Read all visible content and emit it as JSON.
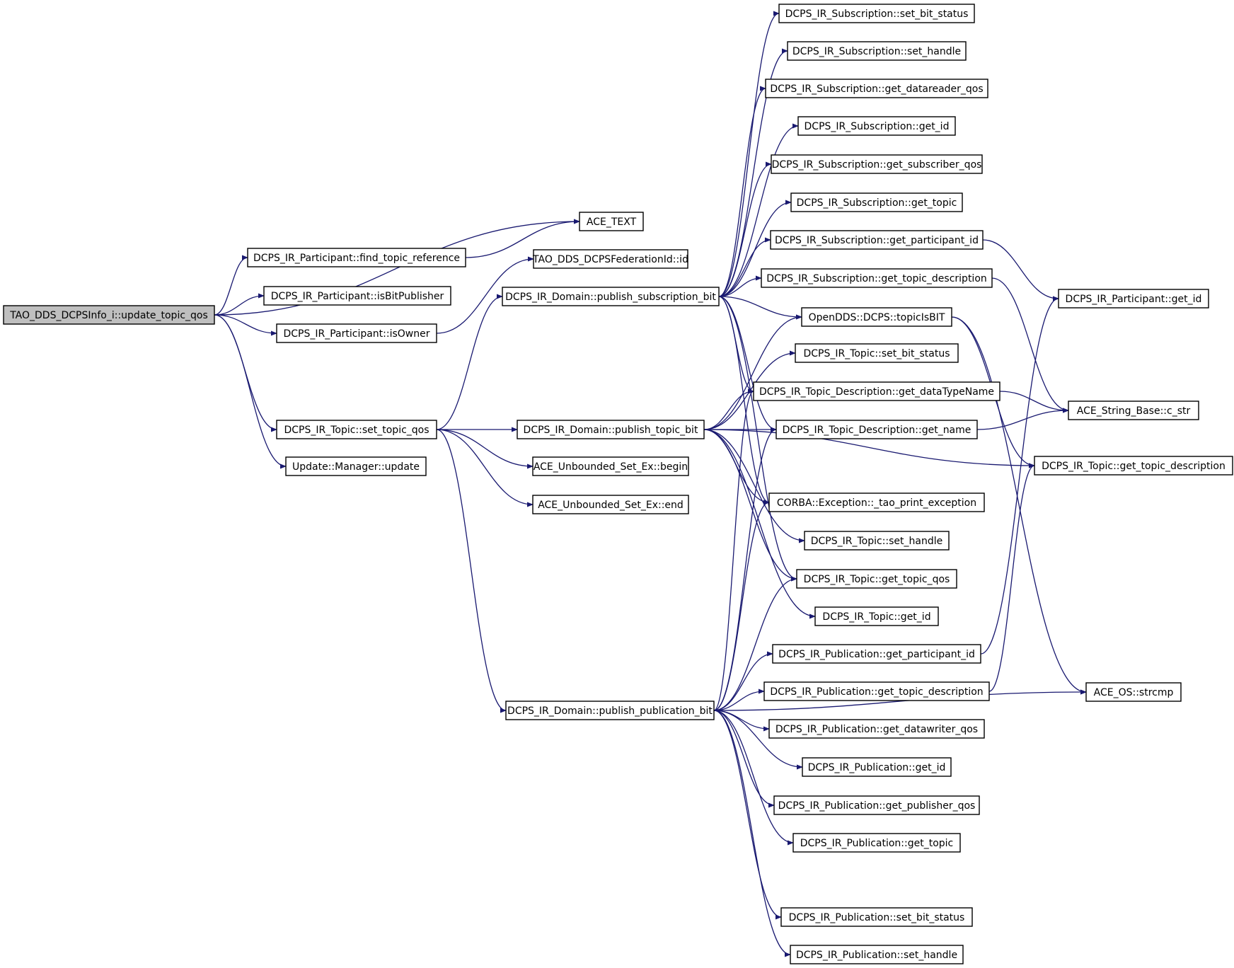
{
  "graph": {
    "colors": {
      "edge": "#191970",
      "node_border": "#000000",
      "root_fill": "#bfbfbf",
      "node_fill": "#ffffff"
    },
    "nodes": [
      {
        "id": "n0",
        "label": "TAO_DDS_DCPSInfo_i::update_topic_qos",
        "root": true
      },
      {
        "id": "n1",
        "label": "ACE_TEXT"
      },
      {
        "id": "n2",
        "label": "DCPS_IR_Participant::find_topic_reference"
      },
      {
        "id": "n3",
        "label": "DCPS_IR_Participant::isBitPublisher"
      },
      {
        "id": "n4",
        "label": "DCPS_IR_Participant::isOwner"
      },
      {
        "id": "n5",
        "label": "DCPS_IR_Topic::set_topic_qos"
      },
      {
        "id": "n6",
        "label": "Update::Manager::update"
      },
      {
        "id": "n7",
        "label": "TAO_DDS_DCPSFederationId::id"
      },
      {
        "id": "n8",
        "label": "DCPS_IR_Domain::publish_subscription_bit"
      },
      {
        "id": "n9",
        "label": "DCPS_IR_Domain::publish_topic_bit"
      },
      {
        "id": "n10",
        "label": "ACE_Unbounded_Set_Ex::begin"
      },
      {
        "id": "n11",
        "label": "ACE_Unbounded_Set_Ex::end"
      },
      {
        "id": "n12",
        "label": "DCPS_IR_Domain::publish_publication_bit"
      },
      {
        "id": "n13",
        "label": "DCPS_IR_Subscription::set_bit_status"
      },
      {
        "id": "n14",
        "label": "DCPS_IR_Subscription::set_handle"
      },
      {
        "id": "n15",
        "label": "DCPS_IR_Subscription::get_datareader_qos"
      },
      {
        "id": "n16",
        "label": "DCPS_IR_Subscription::get_id"
      },
      {
        "id": "n17",
        "label": "DCPS_IR_Subscription::get_subscriber_qos"
      },
      {
        "id": "n18",
        "label": "DCPS_IR_Subscription::get_topic"
      },
      {
        "id": "n19",
        "label": "DCPS_IR_Subscription::get_participant_id"
      },
      {
        "id": "n20",
        "label": "DCPS_IR_Subscription::get_topic_description"
      },
      {
        "id": "n21",
        "label": "OpenDDS::DCPS::topicIsBIT"
      },
      {
        "id": "n22",
        "label": "DCPS_IR_Topic::set_bit_status"
      },
      {
        "id": "n23",
        "label": "DCPS_IR_Topic_Description::get_dataTypeName"
      },
      {
        "id": "n24",
        "label": "DCPS_IR_Topic_Description::get_name"
      },
      {
        "id": "n25",
        "label": "CORBA::Exception::_tao_print_exception"
      },
      {
        "id": "n26",
        "label": "DCPS_IR_Topic::set_handle"
      },
      {
        "id": "n27",
        "label": "DCPS_IR_Topic::get_topic_qos"
      },
      {
        "id": "n28",
        "label": "DCPS_IR_Topic::get_id"
      },
      {
        "id": "n29",
        "label": "DCPS_IR_Publication::get_participant_id"
      },
      {
        "id": "n30",
        "label": "DCPS_IR_Publication::get_topic_description"
      },
      {
        "id": "n31",
        "label": "DCPS_IR_Publication::get_datawriter_qos"
      },
      {
        "id": "n32",
        "label": "DCPS_IR_Publication::get_id"
      },
      {
        "id": "n33",
        "label": "DCPS_IR_Publication::get_publisher_qos"
      },
      {
        "id": "n34",
        "label": "DCPS_IR_Publication::get_topic"
      },
      {
        "id": "n35",
        "label": "DCPS_IR_Publication::set_bit_status"
      },
      {
        "id": "n36",
        "label": "DCPS_IR_Publication::set_handle"
      },
      {
        "id": "n37",
        "label": "DCPS_IR_Participant::get_id"
      },
      {
        "id": "n38",
        "label": "ACE_String_Base::c_str"
      },
      {
        "id": "n39",
        "label": "DCPS_IR_Topic::get_topic_description"
      },
      {
        "id": "n40",
        "label": "ACE_OS::strcmp"
      }
    ],
    "edges": [
      [
        "n0",
        "n1"
      ],
      [
        "n0",
        "n2"
      ],
      [
        "n0",
        "n3"
      ],
      [
        "n0",
        "n4"
      ],
      [
        "n0",
        "n5"
      ],
      [
        "n0",
        "n6"
      ],
      [
        "n2",
        "n1"
      ],
      [
        "n4",
        "n7"
      ],
      [
        "n5",
        "n8"
      ],
      [
        "n5",
        "n9"
      ],
      [
        "n5",
        "n10"
      ],
      [
        "n5",
        "n11"
      ],
      [
        "n5",
        "n12"
      ],
      [
        "n8",
        "n13"
      ],
      [
        "n8",
        "n14"
      ],
      [
        "n8",
        "n15"
      ],
      [
        "n8",
        "n16"
      ],
      [
        "n8",
        "n17"
      ],
      [
        "n8",
        "n18"
      ],
      [
        "n8",
        "n19"
      ],
      [
        "n8",
        "n20"
      ],
      [
        "n8",
        "n21"
      ],
      [
        "n8",
        "n23"
      ],
      [
        "n8",
        "n24"
      ],
      [
        "n8",
        "n25"
      ],
      [
        "n8",
        "n27"
      ],
      [
        "n9",
        "n21"
      ],
      [
        "n9",
        "n22"
      ],
      [
        "n9",
        "n23"
      ],
      [
        "n9",
        "n24"
      ],
      [
        "n9",
        "n39"
      ],
      [
        "n9",
        "n25"
      ],
      [
        "n9",
        "n26"
      ],
      [
        "n9",
        "n27"
      ],
      [
        "n9",
        "n28"
      ],
      [
        "n12",
        "n23"
      ],
      [
        "n12",
        "n24"
      ],
      [
        "n12",
        "n25"
      ],
      [
        "n12",
        "n27"
      ],
      [
        "n12",
        "n29"
      ],
      [
        "n12",
        "n30"
      ],
      [
        "n12",
        "n31"
      ],
      [
        "n12",
        "n32"
      ],
      [
        "n12",
        "n33"
      ],
      [
        "n12",
        "n34"
      ],
      [
        "n12",
        "n40"
      ],
      [
        "n12",
        "n35"
      ],
      [
        "n12",
        "n36"
      ],
      [
        "n19",
        "n37"
      ],
      [
        "n20",
        "n38"
      ],
      [
        "n21",
        "n39"
      ],
      [
        "n21",
        "n40"
      ],
      [
        "n23",
        "n38"
      ],
      [
        "n24",
        "n38"
      ],
      [
        "n29",
        "n37"
      ],
      [
        "n30",
        "n39"
      ]
    ]
  }
}
